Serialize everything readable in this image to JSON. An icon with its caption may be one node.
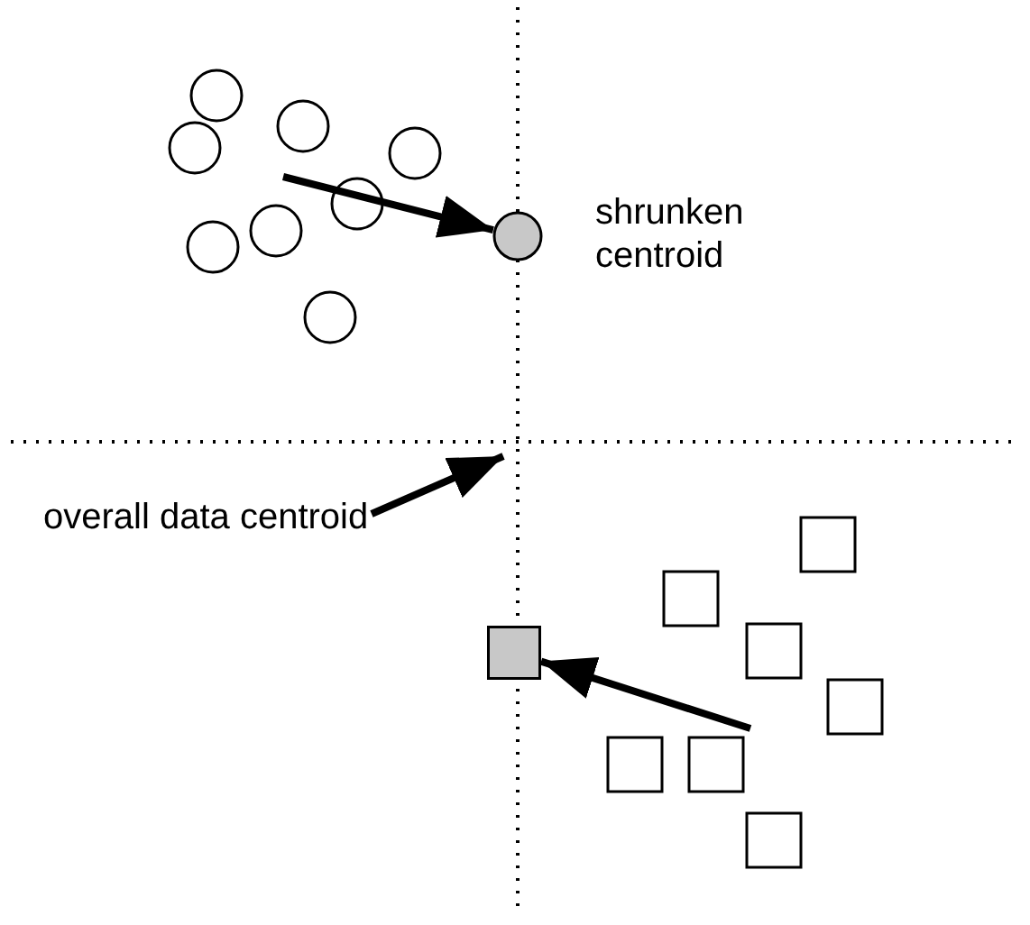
{
  "diagram": {
    "nodes": [
      {
        "text": [],
        "shape": "circle",
        "beside": [
          "shrunken centroid"
        ]
      },
      {
        "text": [],
        "shape": "box"
      },
      {
        "text": [
          "overall data centroid"
        ]
      }
    ],
    "edges": [
      {
        "from": null,
        "to": 0,
        "arrow": "to"
      },
      {
        "from": null,
        "to": 1,
        "arrow": "to"
      },
      {
        "from": 2,
        "to": null,
        "arrow": "to"
      }
    ]
  }
}
